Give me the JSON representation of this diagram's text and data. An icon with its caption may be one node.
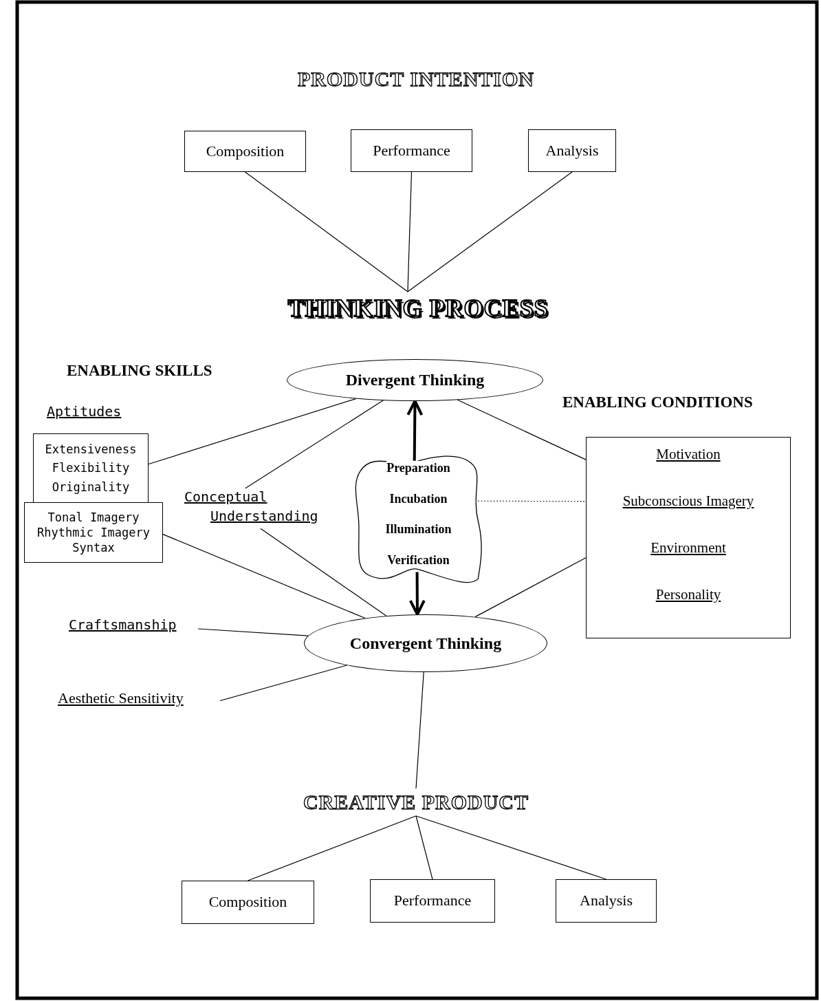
{
  "diagram": {
    "nodes": [
      {
        "text": [
          "Composition"
        ]
      },
      {
        "text": [
          "Performance"
        ]
      },
      {
        "text": [
          "Analysis"
        ]
      },
      {
        "text": [
          "THINKING PROCESS"
        ]
      },
      {
        "text": [
          "Divergent Thinking"
        ]
      },
      {
        "text": [
          "Aptitudes",
          "Extensiveness Flexibility Originality"
        ]
      },
      {
        "text": [
          "Tonal Imagery Rhythmic Imagery Syntax"
        ]
      },
      {
        "text": [
          "Conceptual Understanding"
        ]
      },
      {
        "text": [
          "Preparation",
          "Incubation",
          "Illumination",
          "Verification"
        ]
      },
      {
        "text": [
          "Motivation",
          "Subconscious Imagery",
          "Environment",
          "Personality"
        ]
      },
      {
        "text": [
          "Craftsmanship"
        ]
      },
      {
        "text": [
          "Convergent Thinking"
        ]
      },
      {
        "text": [
          "Aesthetic Sensitivity"
        ]
      },
      {
        "text": [
          "CREATIVE PRODUCT"
        ]
      },
      {
        "text": [
          "Composition"
        ]
      },
      {
        "text": [
          "Performance"
        ]
      },
      {
        "text": [
          "Analysis"
        ]
      }
    ],
    "edges": [
      {
        "from": 0,
        "to": 3,
        "arrow": "none"
      },
      {
        "from": 1,
        "to": 3,
        "arrow": "none"
      },
      {
        "from": 2,
        "to": 3,
        "arrow": "none"
      },
      {
        "from": 5,
        "to": 4,
        "arrow": "none"
      },
      {
        "from": 7,
        "to": 4,
        "arrow": "none"
      },
      {
        "from": 4,
        "to": 9,
        "arrow": "none"
      },
      {
        "from": 8,
        "to": 4,
        "arrow": "to",
        "style": "thick"
      },
      {
        "from": 8,
        "to": 11,
        "arrow": "to",
        "style": "thick"
      },
      {
        "from": 8,
        "to": 9,
        "arrow": "none",
        "style": "dashed"
      },
      {
        "from": 6,
        "to": 11,
        "arrow": "none"
      },
      {
        "from": 7,
        "to": 11,
        "arrow": "none"
      },
      {
        "from": 10,
        "to": 11,
        "arrow": "none"
      },
      {
        "from": 12,
        "to": 11,
        "arrow": "none"
      },
      {
        "from": 9,
        "to": 11,
        "arrow": "none"
      },
      {
        "from": 11,
        "to": 13,
        "arrow": "none"
      },
      {
        "from": 13,
        "to": 14,
        "arrow": "none"
      },
      {
        "from": 13,
        "to": 15,
        "arrow": "none"
      },
      {
        "from": 13,
        "to": 16,
        "arrow": "none"
      }
    ],
    "labels": [
      "PRODUCT INTENTION",
      "ENABLING SKILLS",
      "ENABLING CONDITIONS"
    ]
  }
}
